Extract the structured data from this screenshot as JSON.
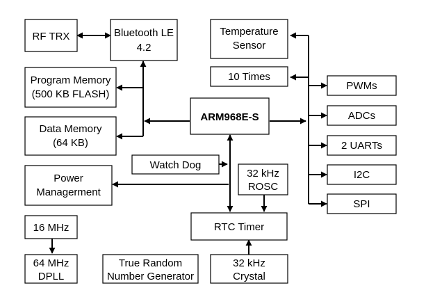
{
  "blocks": {
    "rf_trx": {
      "lines": [
        "RF TRX"
      ]
    },
    "bluetooth_le": {
      "lines": [
        "Bluetooth LE",
        "4.2"
      ]
    },
    "temperature_sensor": {
      "lines": [
        "Temperature",
        "Sensor"
      ]
    },
    "ten_times": {
      "lines": [
        "10 Times"
      ]
    },
    "program_memory": {
      "lines": [
        "Program Memory",
        "(500 KB FLASH)"
      ]
    },
    "data_memory": {
      "lines": [
        "Data Memory",
        "(64 KB)"
      ]
    },
    "arm968": {
      "lines": [
        "ARM968E-S"
      ]
    },
    "pwms": {
      "lines": [
        "PWMs"
      ]
    },
    "adcs": {
      "lines": [
        "ADCs"
      ]
    },
    "uarts": {
      "lines": [
        "2 UARTs"
      ]
    },
    "i2c": {
      "lines": [
        "I2C"
      ]
    },
    "spi": {
      "lines": [
        "SPI"
      ]
    },
    "watchdog": {
      "lines": [
        "Watch Dog"
      ]
    },
    "rosc": {
      "lines": [
        "32 kHz",
        "ROSC"
      ]
    },
    "power_management": {
      "lines": [
        "Power",
        "Managerment"
      ]
    },
    "osc_16mhz": {
      "lines": [
        "16 MHz"
      ]
    },
    "rtc_timer": {
      "lines": [
        "RTC Timer"
      ]
    },
    "dpll_64mhz": {
      "lines": [
        "64 MHz",
        "DPLL"
      ]
    },
    "trng": {
      "lines": [
        "True Random",
        "Number Generator"
      ]
    },
    "crystal_32khz": {
      "lines": [
        "32 kHz",
        "Crystal"
      ]
    }
  }
}
